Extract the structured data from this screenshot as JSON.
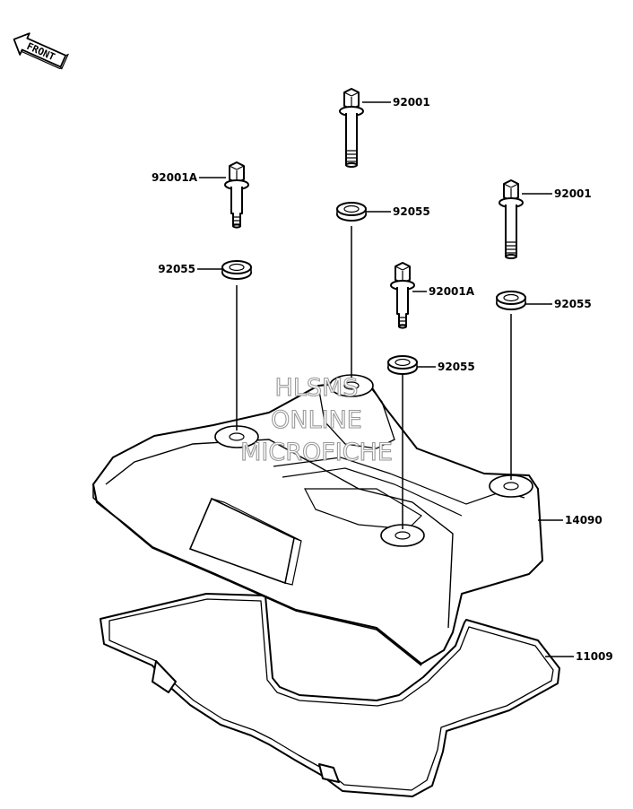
{
  "front_marker": {
    "text": "FRONT",
    "icon": "front-arrow-icon"
  },
  "callouts": [
    {
      "id": "bolt-top-center",
      "part_number": "92001"
    },
    {
      "id": "bolt-left",
      "part_number": "92001A"
    },
    {
      "id": "bolt-right",
      "part_number": "92001"
    },
    {
      "id": "bolt-middle",
      "part_number": "92001A"
    },
    {
      "id": "washer-top-center",
      "part_number": "92055"
    },
    {
      "id": "washer-left",
      "part_number": "92055"
    },
    {
      "id": "washer-right",
      "part_number": "92055"
    },
    {
      "id": "washer-middle",
      "part_number": "92055"
    },
    {
      "id": "cylinder-head-cover",
      "part_number": "14090"
    },
    {
      "id": "gasket",
      "part_number": "11009"
    }
  ],
  "watermark": {
    "lines": [
      "HLSMS",
      "ONLINE",
      "MICROFICHE"
    ]
  },
  "colors": {
    "ink": "#000000",
    "background": "#ffffff",
    "watermark_outline": "#9a9a9a"
  }
}
